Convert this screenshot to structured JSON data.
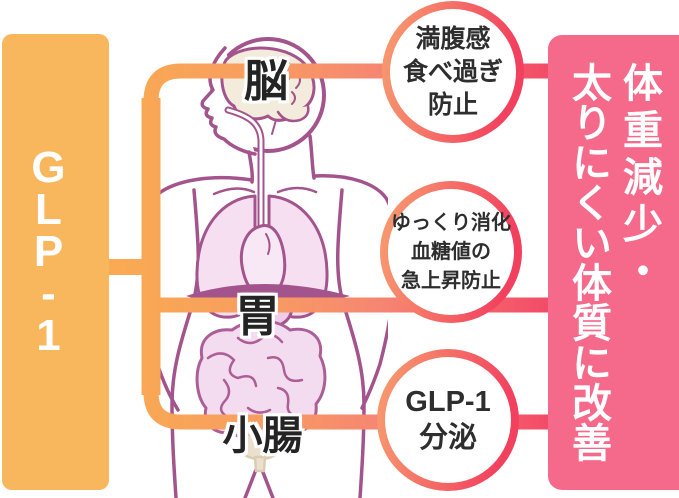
{
  "left_bar": {
    "text": "GLP-1",
    "letters": [
      "G",
      "L",
      "P",
      "-",
      "1"
    ],
    "color": "#F9B75D"
  },
  "organs": [
    {
      "id": "brain",
      "label": "脳"
    },
    {
      "id": "stomach",
      "label": "胃"
    },
    {
      "id": "small-intestine",
      "label": "小腸"
    }
  ],
  "effects": [
    {
      "target": "brain",
      "lines": [
        "満腹感",
        "食べ過ぎ",
        "防止"
      ]
    },
    {
      "target": "stomach",
      "lines": [
        "ゆっくり消化",
        "血糖値の",
        "急上昇防止"
      ]
    },
    {
      "target": "small-intestine",
      "lines": [
        "GLP-1",
        "分泌"
      ]
    }
  ],
  "right_bar": {
    "text": "体重減少・太りにくい体質に改善",
    "columns": [
      "体重減少・",
      "太りにくい体質に改善"
    ],
    "color": "#F5698B"
  },
  "colors": {
    "connector_start": "#F9AC50",
    "connector_mid": "#F68672",
    "connector_end": "#F34A67",
    "bubble_border_start": "#F79A6F",
    "bubble_border_end": "#F2415F",
    "body_outline": "#A4548C",
    "organ_fill": "#F6DFF1",
    "brain_fill": "#F3EBDB"
  }
}
